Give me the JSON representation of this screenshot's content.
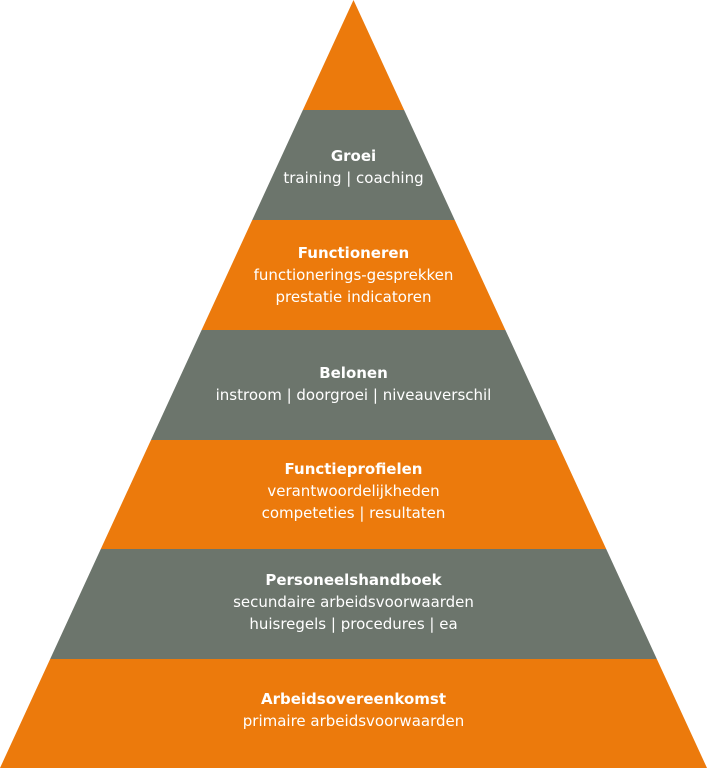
{
  "colors": {
    "orange": "#ec7a0c",
    "gray": "#6c756c",
    "text": "#ffffff"
  },
  "tiers": [
    {
      "title": "",
      "lines": [],
      "color": "orange"
    },
    {
      "title": "Groei",
      "lines": [
        "training | coaching"
      ],
      "color": "gray"
    },
    {
      "title": "Functioneren",
      "lines": [
        "functionerings-gesprekken",
        "prestatie indicatoren"
      ],
      "color": "orange"
    },
    {
      "title": "Belonen",
      "lines": [
        "instroom | doorgroei | niveauverschil"
      ],
      "color": "gray"
    },
    {
      "title": "Functieprofielen",
      "lines": [
        "verantwoordelijkheden",
        "competeties | resultaten"
      ],
      "color": "orange"
    },
    {
      "title": "Personeelshandboek",
      "lines": [
        "secundaire arbeidsvoorwaarden",
        "huisregels | procedures | ea"
      ],
      "color": "gray"
    },
    {
      "title": "Arbeidsovereenkomst",
      "lines": [
        "primaire arbeidsvoorwaarden"
      ],
      "color": "orange"
    }
  ]
}
